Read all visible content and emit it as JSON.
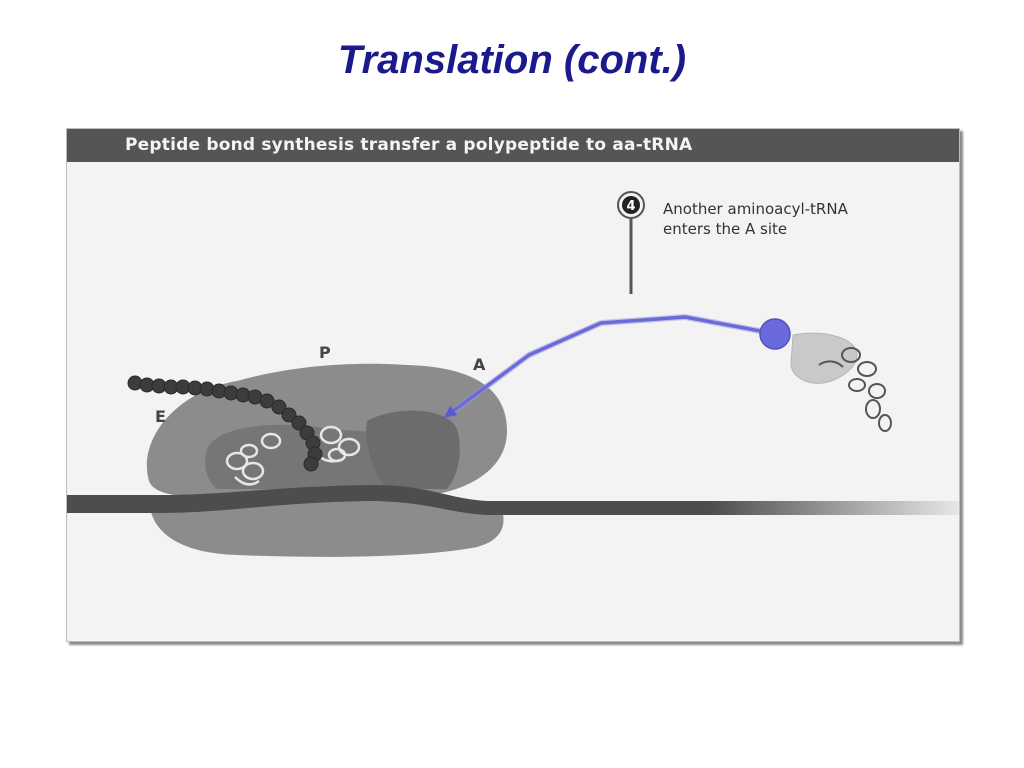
{
  "slide": {
    "title": "Translation (cont.)"
  },
  "figure": {
    "header": "Peptide bond synthesis transfer a polypeptide to aa-tRNA",
    "step": {
      "number": "4",
      "line1": "Another aminoacyl-tRNA",
      "line2": "enters the A site"
    },
    "sites": {
      "p": "P",
      "a": "A",
      "e": "E"
    }
  },
  "colors": {
    "title": "#1a1a8c",
    "arrow": "#6a6adc",
    "header_bg": "#555555",
    "ribosome": "#8f8f8f",
    "mrna": "#4d4d4d"
  }
}
